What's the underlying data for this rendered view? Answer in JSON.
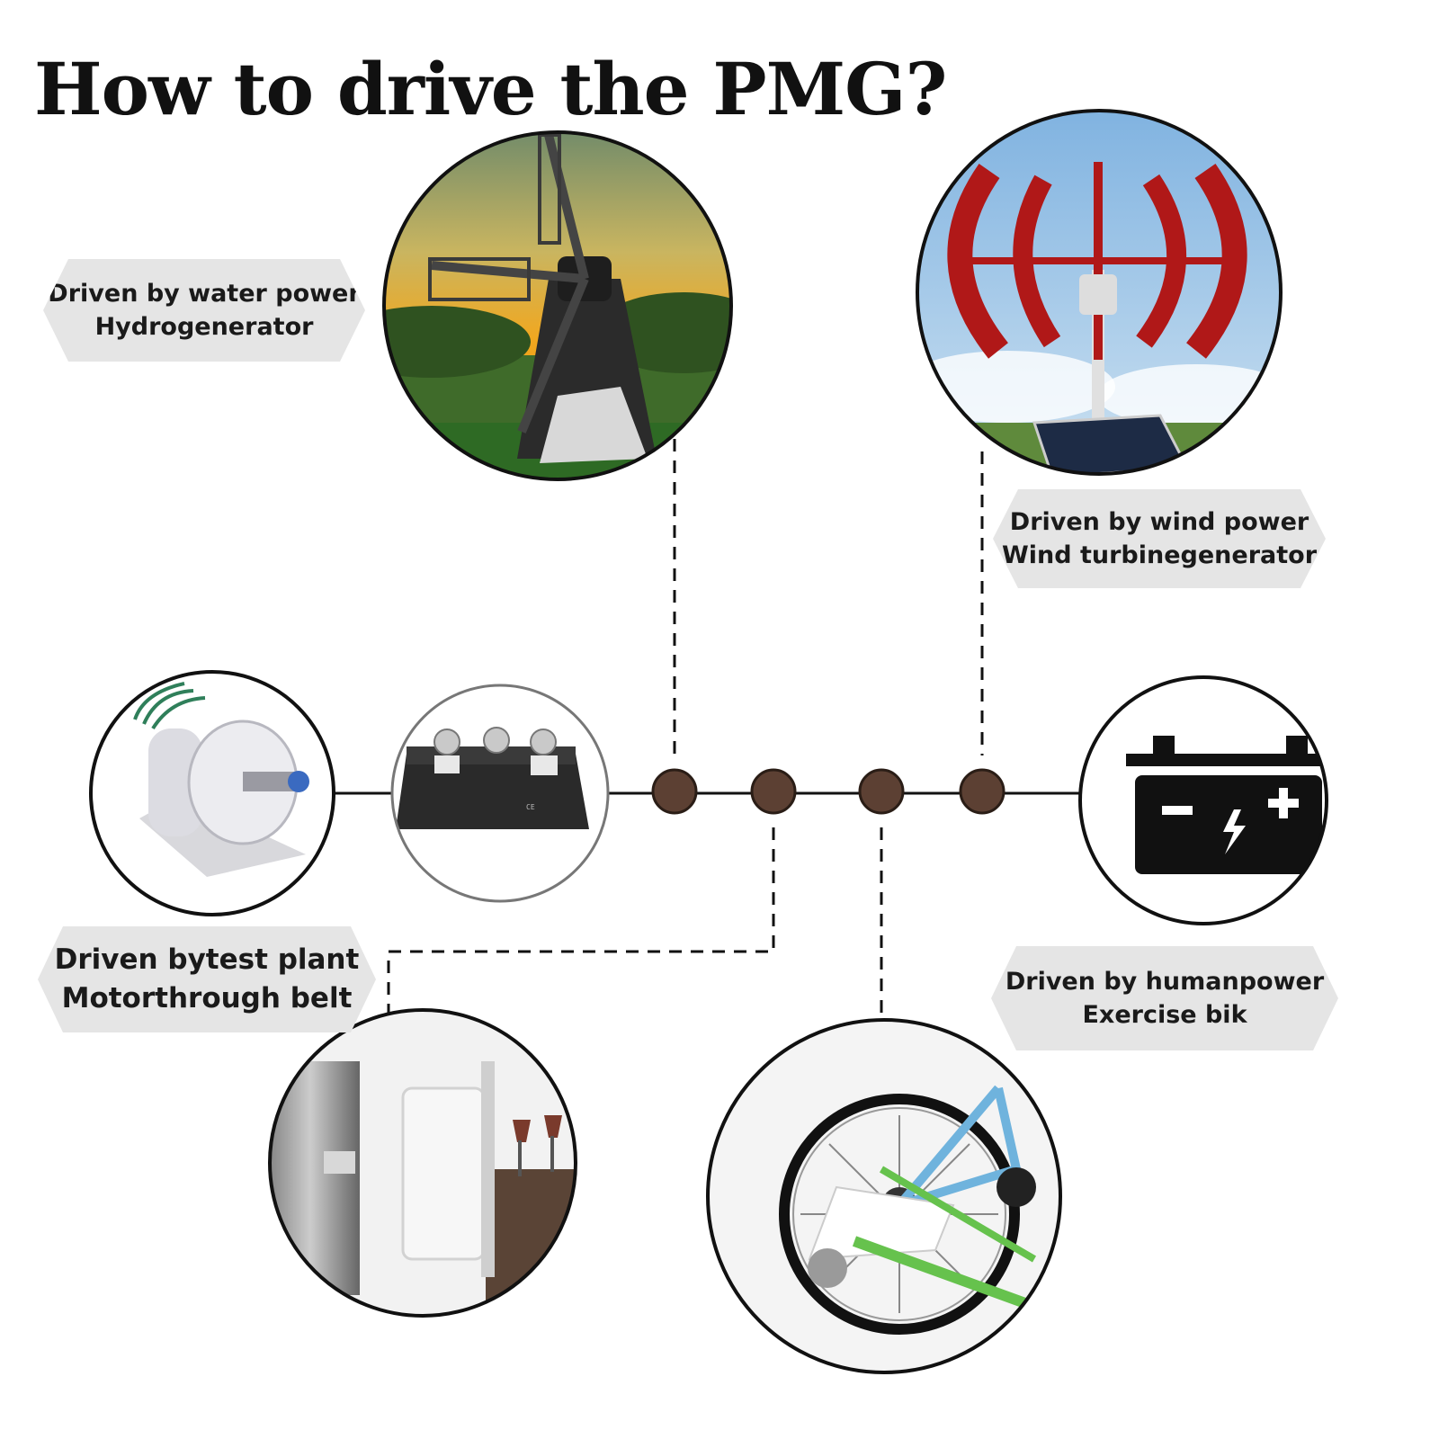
{
  "title": "How to drive the PMG?",
  "labels": {
    "water": {
      "line1": "Driven by water power",
      "line2": "Hydrogenerator"
    },
    "wind": {
      "line1": "Driven by wind power",
      "line2": "Wind turbinegenerator"
    },
    "test_plant": {
      "line1": "Driven bytest plant",
      "line2": "Motorthrough belt"
    },
    "human": {
      "line1": "Driven by humanpower",
      "line2": "Exercise bik"
    }
  },
  "rectifier_text": "CE",
  "colors": {
    "node": "#5c4033",
    "line": "#111111",
    "label_bg": "#e5e5e5"
  }
}
